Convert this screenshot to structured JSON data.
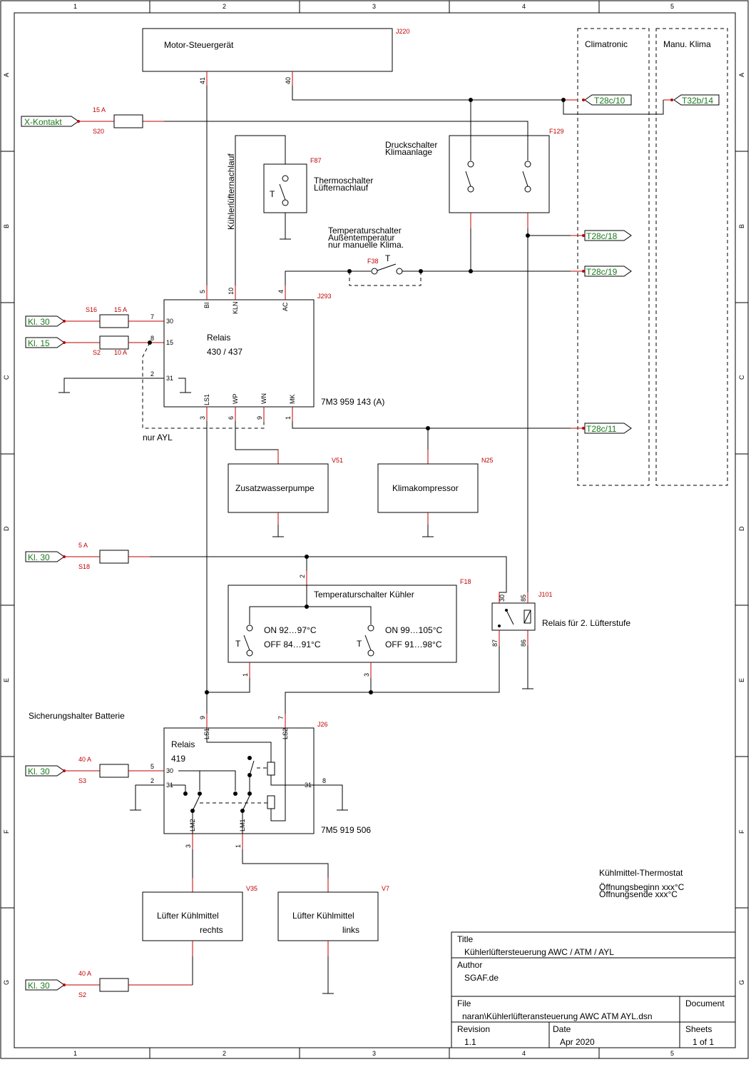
{
  "frame": {
    "columns": [
      "1",
      "2",
      "3",
      "4",
      "5"
    ],
    "rows": [
      "A",
      "B",
      "C",
      "D",
      "E",
      "F",
      "G"
    ]
  },
  "components": {
    "j220": {
      "name": "Motor-Steuergerät",
      "ref": "J220",
      "pin41": "41",
      "pin40": "40"
    },
    "f87": {
      "name1": "Thermoschalter",
      "name2": "Lüfternachlauf",
      "ref": "F87",
      "t": "T"
    },
    "f129": {
      "name1": "Druckschalter",
      "name2": "Klimaanlage",
      "ref": "F129"
    },
    "f38": {
      "name1": "Temperaturschalter",
      "name2": "Außentemperatur",
      "name3": "nur manuelle Klima.",
      "ref": "F38",
      "t": "T"
    },
    "vertical_label": "Kühlerlüfternachlauf",
    "j293": {
      "name1": "Relais",
      "name2": "430 / 437",
      "ref": "J293",
      "part": "7M3 959 143 (A)",
      "pins_top": [
        {
          "n": "5",
          "s": "BI"
        },
        {
          "n": "10",
          "s": "KLN"
        },
        {
          "n": "4",
          "s": "AC"
        }
      ],
      "pins_left": [
        {
          "n": "7",
          "s": "30"
        },
        {
          "n": "8",
          "s": "15"
        },
        {
          "n": "2",
          "s": "31"
        }
      ],
      "pins_bottom": [
        {
          "n": "3",
          "s": "LS1"
        },
        {
          "n": "6",
          "s": "WP"
        },
        {
          "n": "9",
          "s": "WN"
        },
        {
          "n": "1",
          "s": "MK"
        }
      ],
      "note": "nur AYL"
    },
    "v51": {
      "name": "Zusatzwasserpumpe",
      "ref": "V51"
    },
    "n25": {
      "name": "Klimakompressor",
      "ref": "N25"
    },
    "f18": {
      "name": "Temperaturschalter Kühler",
      "ref": "F18",
      "s1_on": "ON 92…97°C",
      "s1_off": "OFF 84…91°C",
      "s2_on": "ON 99…105°C",
      "s2_off": "OFF 91…98°C",
      "t": "T",
      "pin2": "2",
      "pin1": "1",
      "pin3": "3"
    },
    "j101": {
      "name": "Relais für 2. Lüfterstufe",
      "ref": "J101",
      "p30": "30",
      "p85": "85",
      "p87": "87",
      "p86": "86"
    },
    "batt": "Sicherungshalter Batterie",
    "j26": {
      "name1": "Relais",
      "name2": "419",
      "ref": "J26",
      "part": "7M5 919 506",
      "p9": "9",
      "ls1": "LS1",
      "p7": "7",
      "ls2": "LS2",
      "p5": "5",
      "p30": "30",
      "p2": "2",
      "p31": "31",
      "p31r": "31",
      "p8": "8",
      "lm2": "LM2",
      "lm1": "LM1",
      "p3": "3",
      "p1": "1"
    },
    "v35": {
      "name1": "Lüfter Kühlmittel",
      "name2": "rechts",
      "ref": "V35"
    },
    "v7": {
      "name1": "Lüfter Kühlmittel",
      "name2": "links",
      "ref": "V7"
    },
    "thermostat": {
      "l1": "Kühlmittel-Thermostat",
      "l2": "Öffnungsbeginn xxx°C",
      "l3": "Öffnungsende xxx°C"
    }
  },
  "connectors": {
    "x_kontakt": "X-Kontakt",
    "kl30a": "Kl. 30",
    "kl15": "Kl. 15",
    "kl30b": "Kl. 30",
    "kl30c": "Kl. 30",
    "kl30d": "Kl. 30",
    "t28c10": "T28c/10",
    "t32b14": "T32b/14",
    "t28c18": "T28c/18",
    "t28c19": "T28c/19",
    "t28c11": "T28c/11"
  },
  "fuses": {
    "s20": {
      "ref": "S20",
      "amp": "15 A"
    },
    "s16": {
      "ref": "S16",
      "amp": "15 A"
    },
    "s2a": {
      "ref": "S2",
      "amp": "10 A"
    },
    "s18": {
      "ref": "S18",
      "amp": "5 A"
    },
    "s3": {
      "ref": "S3",
      "amp": "40 A"
    },
    "s2b": {
      "ref": "S2",
      "amp": "40 A"
    }
  },
  "zones": {
    "climatronic": "Climatronic",
    "manu": "Manu. Klima"
  },
  "title_block": {
    "title_label": "Title",
    "title": "Kühlerlüftersteuerung AWC / ATM / AYL",
    "author_label": "Author",
    "author": "SGAF.de",
    "file_label": "File",
    "file": "naran\\Kühlerlüfteransteuerung AWC ATM AYL.dsn",
    "document_label": "Document",
    "revision_label": "Revision",
    "revision": "1.1",
    "date_label": "Date",
    "date": "Apr 2020",
    "sheets_label": "Sheets",
    "sheets": "1 of 1"
  }
}
